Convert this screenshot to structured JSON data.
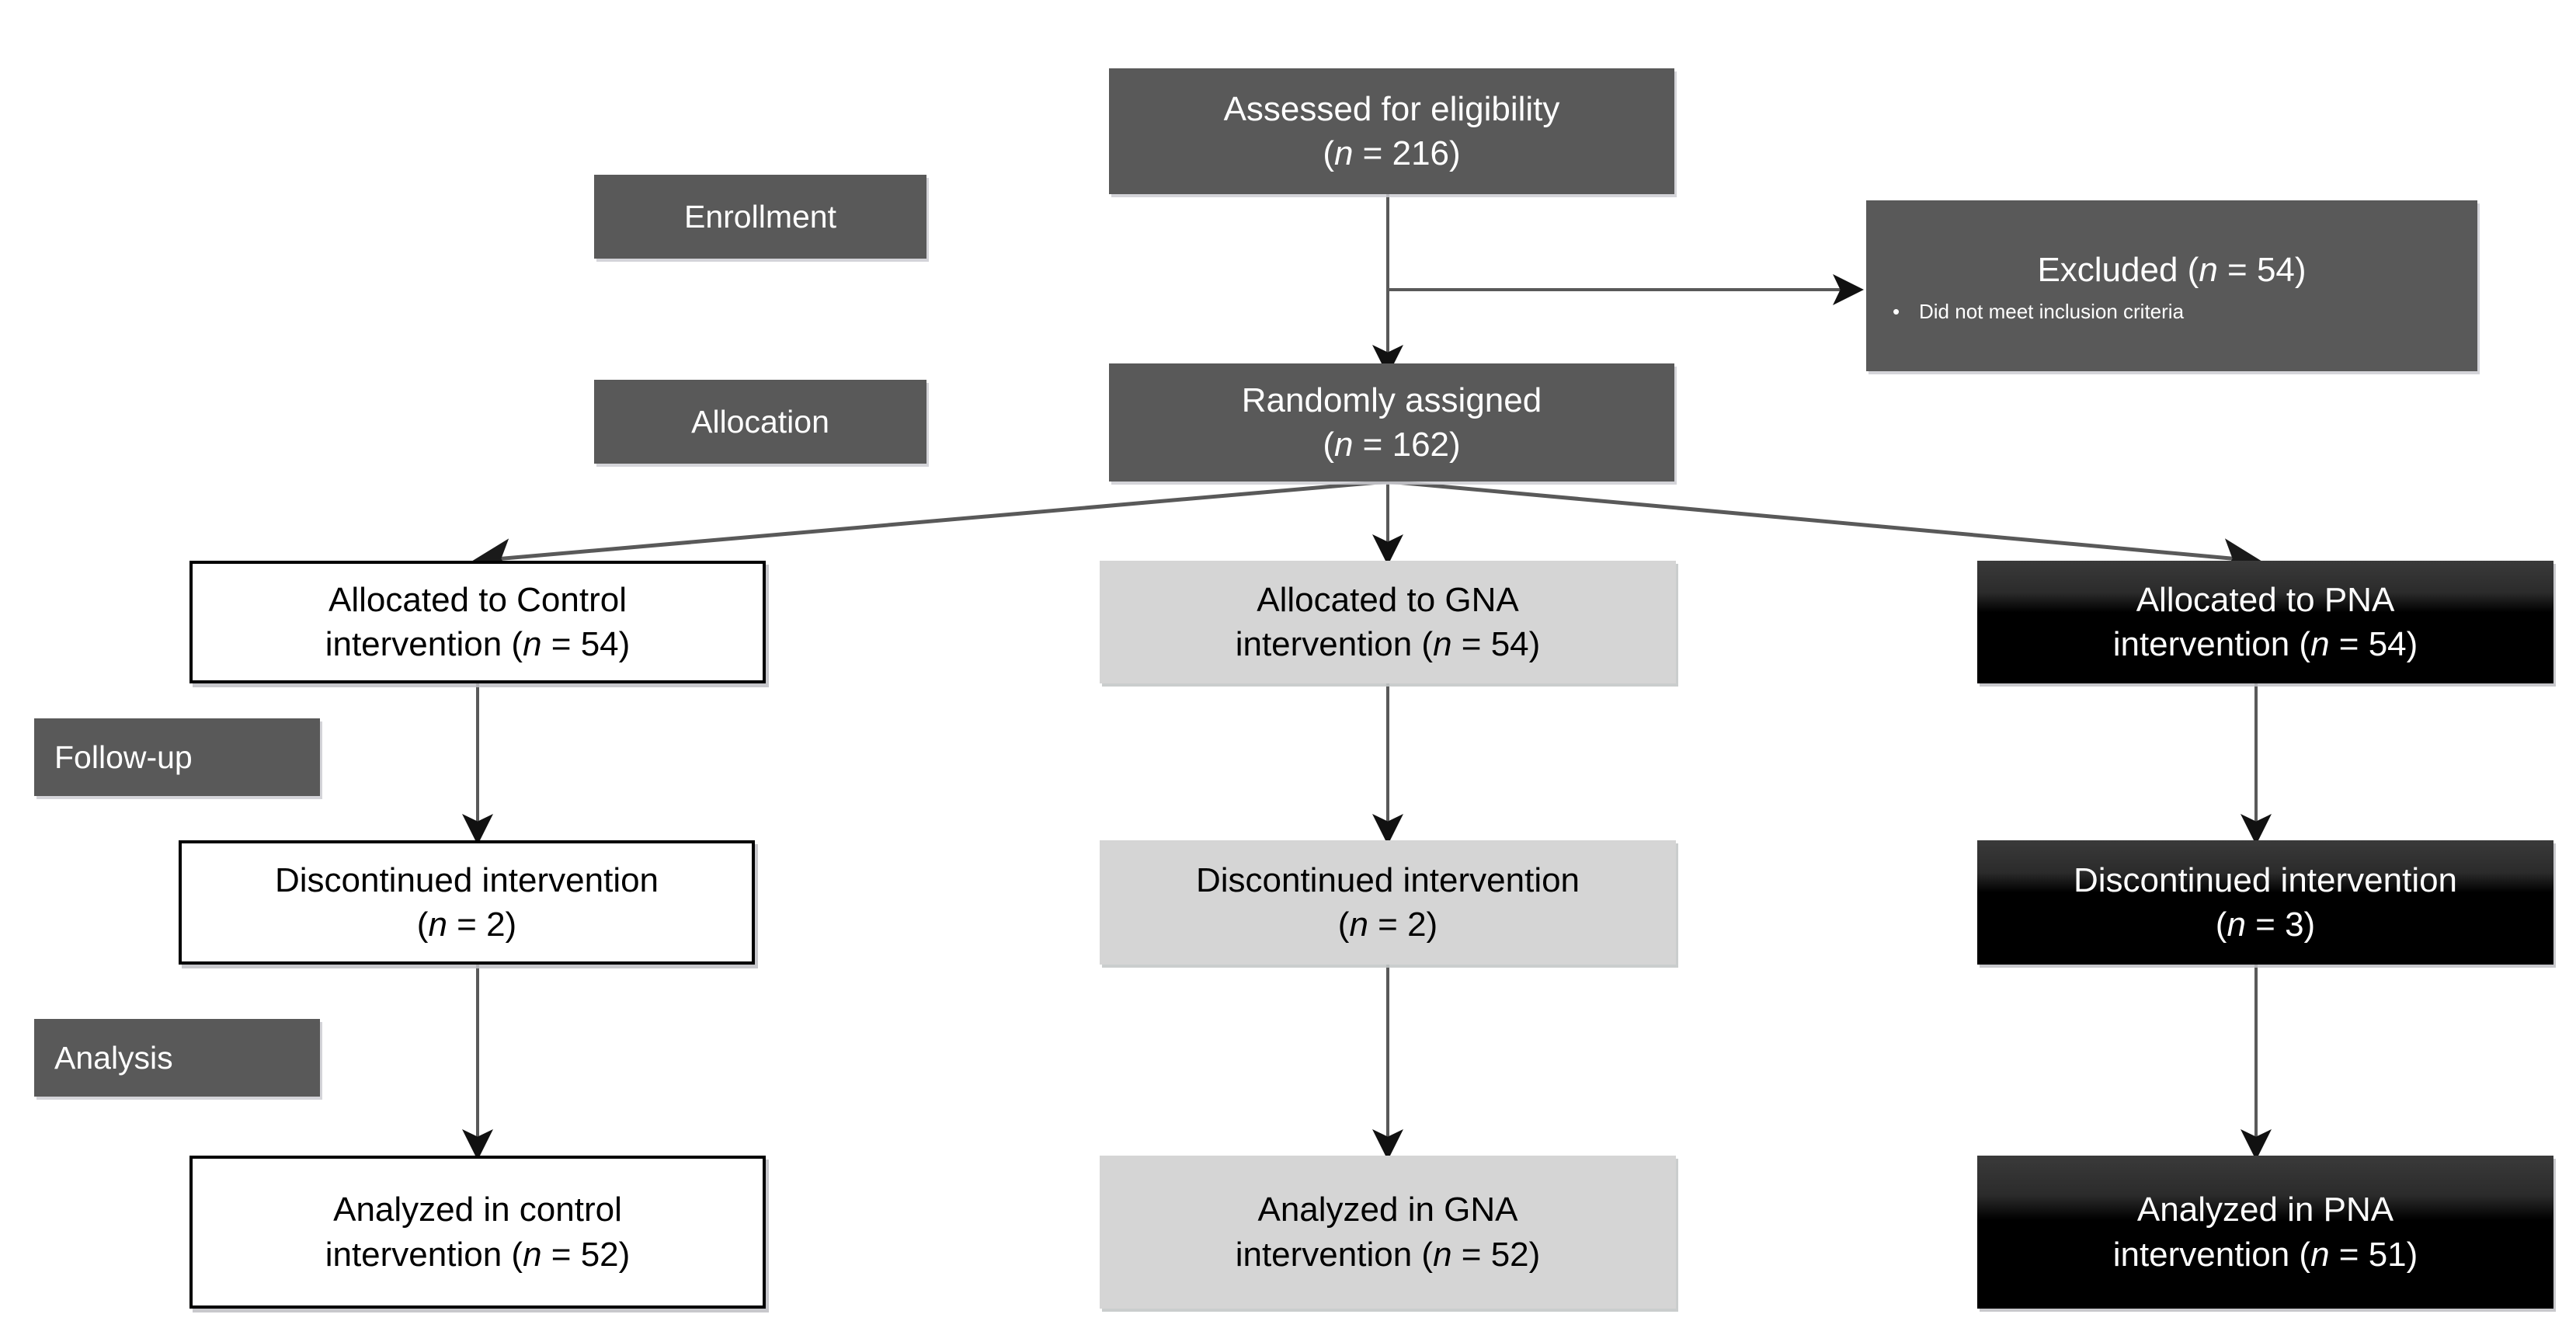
{
  "figure": {
    "type": "consort-flow-diagram",
    "description": "CONSORT participant flow diagram for a three-arm randomized trial (Control, GNA, PNA)"
  },
  "colors": {
    "stage_label_bg": "#595959",
    "stage_label_text": "#ffffff",
    "control_bg": "#ffffff",
    "control_text": "#000000",
    "control_border": "#000000",
    "gna_bg": "#d5d5d5",
    "gna_text": "#000000",
    "pna_bg_top": "#3a3a3a",
    "pna_bg_bottom": "#000000",
    "pna_text": "#ffffff",
    "connector": "#595959",
    "page_bg": "#ffffff"
  },
  "stages": {
    "enrollment": "Enrollment",
    "allocation": "Allocation",
    "followup": "Follow-up",
    "analysis": "Analysis"
  },
  "enrollment_flow": {
    "assessed": {
      "line1": "Assessed for eligibility",
      "n_prefix": "(",
      "n_label": "n",
      "n_value": " = 216)"
    },
    "excluded": {
      "title_prefix": "Excluded (",
      "title_n": "n",
      "title_suffix": " = 54)",
      "bullet_marker": "•",
      "bullet_text": "Did not meet inclusion criteria"
    },
    "randomized": {
      "line1": "Randomly assigned",
      "n_prefix": "(",
      "n_label": "n",
      "n_value": " = 162)"
    }
  },
  "arms": {
    "control": {
      "allocated": {
        "line1": "Allocated to Control",
        "line2_prefix": "intervention (",
        "line2_n": "n",
        "line2_suffix": " = 54)"
      },
      "discontinued": {
        "line1": "Discontinued intervention",
        "line2_prefix": "(",
        "line2_n": "n",
        "line2_suffix": " = 2)"
      },
      "analyzed": {
        "line1": "Analyzed in control",
        "line2_prefix": "intervention (",
        "line2_n": "n",
        "line2_suffix": " = 52)"
      }
    },
    "gna": {
      "allocated": {
        "line1": "Allocated to GNA",
        "line2_prefix": "intervention (",
        "line2_n": "n",
        "line2_suffix": " = 54)"
      },
      "discontinued": {
        "line1": "Discontinued intervention",
        "line2_prefix": "(",
        "line2_n": "n",
        "line2_suffix": " = 2)"
      },
      "analyzed": {
        "line1": "Analyzed in GNA",
        "line2_prefix": "intervention (",
        "line2_n": "n",
        "line2_suffix": " = 52)"
      }
    },
    "pna": {
      "allocated": {
        "line1": "Allocated to PNA",
        "line2_prefix": "intervention (",
        "line2_n": "n",
        "line2_suffix": " = 54)"
      },
      "discontinued": {
        "line1": "Discontinued intervention",
        "line2_prefix": "(",
        "line2_n": "n",
        "line2_suffix": " = 3)"
      },
      "analyzed": {
        "line1": "Analyzed in PNA",
        "line2_prefix": "intervention (",
        "line2_n": "n",
        "line2_suffix": " = 51)"
      }
    }
  },
  "chart_data": {
    "type": "diagram",
    "title": "CONSORT flow diagram",
    "nodes": [
      {
        "id": "assessed",
        "label": "Assessed for eligibility",
        "n": 216,
        "stage": "Enrollment",
        "style": "dark"
      },
      {
        "id": "excluded",
        "label": "Excluded",
        "n": 54,
        "reasons": [
          "Did not meet inclusion criteria"
        ],
        "stage": "Enrollment",
        "style": "dark"
      },
      {
        "id": "randomized",
        "label": "Randomly assigned",
        "n": 162,
        "stage": "Allocation",
        "style": "dark"
      },
      {
        "id": "control_alloc",
        "label": "Allocated to Control intervention",
        "n": 54,
        "arm": "Control",
        "stage": "Allocation",
        "style": "white"
      },
      {
        "id": "gna_alloc",
        "label": "Allocated to GNA intervention",
        "n": 54,
        "arm": "GNA",
        "stage": "Allocation",
        "style": "light"
      },
      {
        "id": "pna_alloc",
        "label": "Allocated to PNA intervention",
        "n": 54,
        "arm": "PNA",
        "stage": "Allocation",
        "style": "black"
      },
      {
        "id": "control_disc",
        "label": "Discontinued intervention",
        "n": 2,
        "arm": "Control",
        "stage": "Follow-up",
        "style": "white"
      },
      {
        "id": "gna_disc",
        "label": "Discontinued intervention",
        "n": 2,
        "arm": "GNA",
        "stage": "Follow-up",
        "style": "light"
      },
      {
        "id": "pna_disc",
        "label": "Discontinued intervention",
        "n": 3,
        "arm": "PNA",
        "stage": "Follow-up",
        "style": "black"
      },
      {
        "id": "control_analyzed",
        "label": "Analyzed in control intervention",
        "n": 52,
        "arm": "Control",
        "stage": "Analysis",
        "style": "white"
      },
      {
        "id": "gna_analyzed",
        "label": "Analyzed in GNA intervention",
        "n": 52,
        "arm": "GNA",
        "stage": "Analysis",
        "style": "light"
      },
      {
        "id": "pna_analyzed",
        "label": "Analyzed in PNA intervention",
        "n": 51,
        "arm": "PNA",
        "stage": "Analysis",
        "style": "black"
      }
    ],
    "edges": [
      {
        "from": "assessed",
        "to": "randomized",
        "kind": "vertical"
      },
      {
        "from": "assessed",
        "to": "excluded",
        "kind": "elbow-right"
      },
      {
        "from": "randomized",
        "to": "control_alloc",
        "kind": "diagonal-left"
      },
      {
        "from": "randomized",
        "to": "gna_alloc",
        "kind": "vertical"
      },
      {
        "from": "randomized",
        "to": "pna_alloc",
        "kind": "diagonal-right"
      },
      {
        "from": "control_alloc",
        "to": "control_disc",
        "kind": "vertical"
      },
      {
        "from": "gna_alloc",
        "to": "gna_disc",
        "kind": "vertical"
      },
      {
        "from": "pna_alloc",
        "to": "pna_disc",
        "kind": "vertical"
      },
      {
        "from": "control_disc",
        "to": "control_analyzed",
        "kind": "vertical"
      },
      {
        "from": "gna_disc",
        "to": "gna_analyzed",
        "kind": "vertical"
      },
      {
        "from": "pna_disc",
        "to": "pna_analyzed",
        "kind": "vertical"
      }
    ]
  }
}
